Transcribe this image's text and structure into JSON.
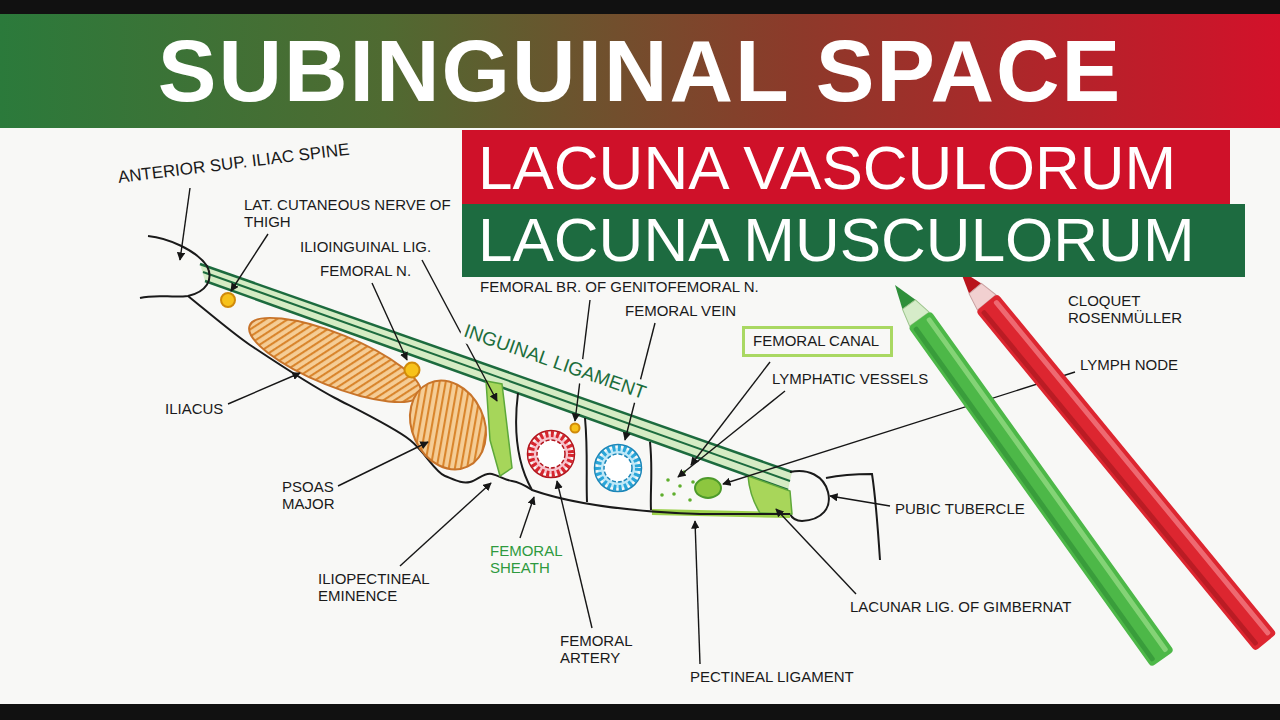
{
  "diagram": {
    "title": "SUBINGUINAL SPACE",
    "nodes": [
      {
        "text": [
          "LACUNA VASCULORUM"
        ]
      },
      {
        "text": [
          "LACUNA MUSCULORUM"
        ]
      },
      {
        "text": [
          "FEMORAL CANAL"
        ]
      }
    ],
    "labels": [
      "ANTERIOR SUP. ILIAC SPINE",
      "LAT. CUTANEOUS NERVE OF THIGH",
      "ILIOINGUINAL LIG.",
      "FEMORAL N.",
      "FEMORAL BR. OF GENITOFEMORAL N.",
      "FEMORAL VEIN",
      "INGUINAL LIGAMENT",
      "CLOQUET ROSENMÜLLER",
      "LYMPHATIC VESSELS",
      "LYMPH NODE",
      "PUBIC TUBERCLE",
      "ILIACUS",
      "PSOAS MAJOR",
      "ILIOPECTINEAL EMINENCE",
      "FEMORAL SHEATH",
      "FEMORAL ARTERY",
      "PECTINEAL LIGAMENT",
      "LACUNAR LIG. OF GIMBERNAT"
    ]
  }
}
